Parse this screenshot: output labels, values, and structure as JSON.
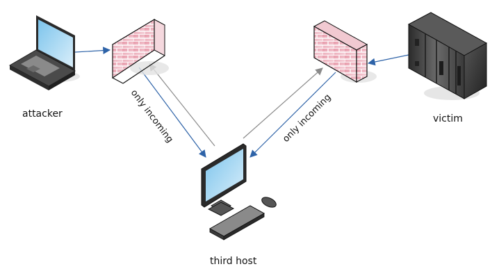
{
  "diagram": {
    "nodes": [
      {
        "id": "attacker",
        "label": "attacker",
        "kind": "laptop"
      },
      {
        "id": "firewall-left",
        "label": "",
        "kind": "firewall"
      },
      {
        "id": "firewall-right",
        "label": "",
        "kind": "firewall"
      },
      {
        "id": "victim",
        "label": "victim",
        "kind": "server"
      },
      {
        "id": "third-host",
        "label": "third host",
        "kind": "desktop"
      }
    ],
    "edges": [
      {
        "from": "attacker",
        "to": "firewall-left",
        "style": "blue",
        "label": ""
      },
      {
        "from": "firewall-left",
        "to": "third-host",
        "style": "blue",
        "label": "only incoming"
      },
      {
        "from": "third-host",
        "to": "firewall-left",
        "style": "gray",
        "label": ""
      },
      {
        "from": "third-host",
        "to": "firewall-right",
        "style": "gray",
        "label": ""
      },
      {
        "from": "firewall-right",
        "to": "third-host",
        "style": "blue",
        "label": "only incoming"
      },
      {
        "from": "victim",
        "to": "firewall-right",
        "style": "blue",
        "label": ""
      }
    ],
    "colors": {
      "blue_arrow": "#2e63a8",
      "gray_arrow": "#808080",
      "brick": "#e8a7b4",
      "screen": "#9fd3f0"
    }
  }
}
